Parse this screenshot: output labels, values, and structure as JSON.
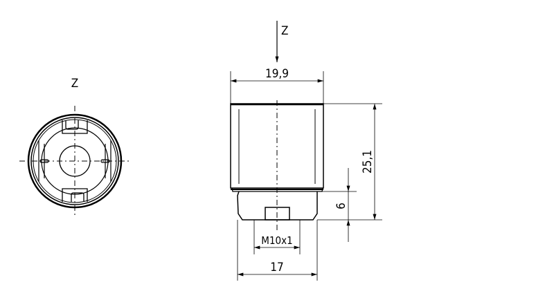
{
  "view_label_left": "Z",
  "view_arrow_label": "Z",
  "dimensions": {
    "width_top": "19,9",
    "height_total": "25,1",
    "thread_length": "6",
    "thread": "M10x1",
    "width_bottom": "17"
  },
  "colors": {
    "line": "#000000",
    "background": "#ffffff"
  }
}
